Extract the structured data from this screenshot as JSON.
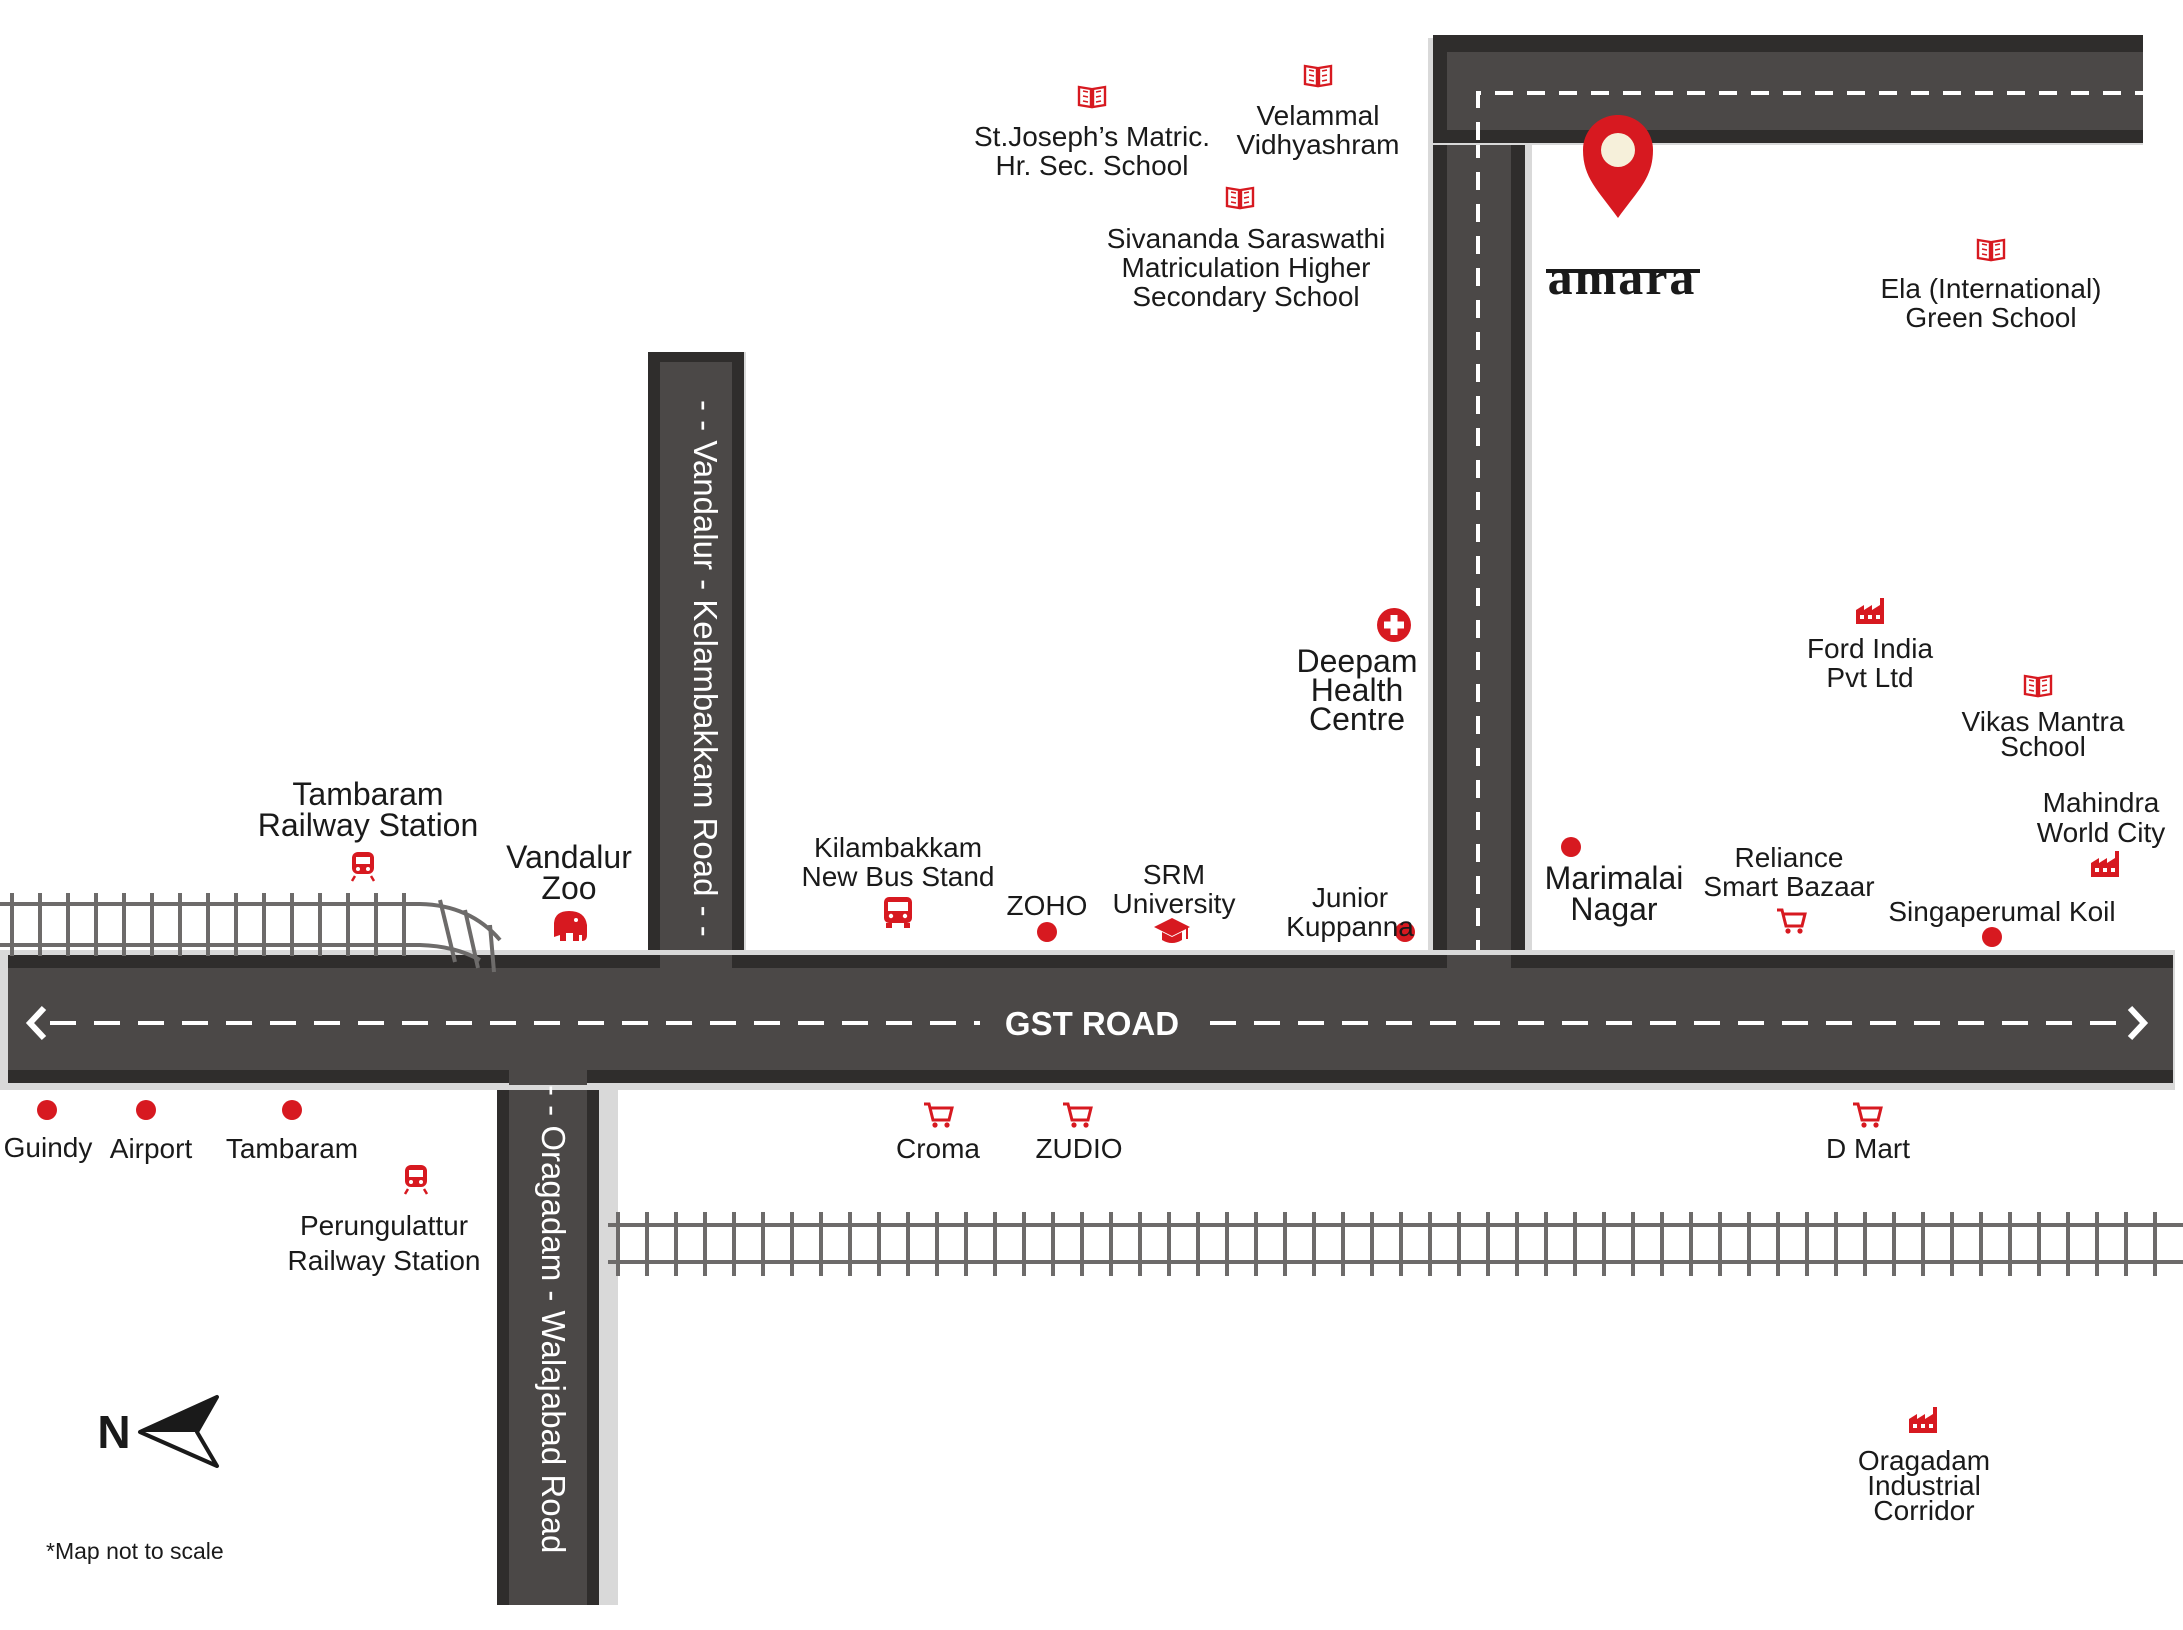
{
  "colors": {
    "road": "#4b4847",
    "road_edge": "#2f2d2c",
    "road_shadow": "#d9d9d9",
    "marker": "#d71920",
    "text": "#1a1a1a",
    "rail": "#6d6b6a"
  },
  "roads": {
    "gst": "GST ROAD",
    "vandalur": "- - Vandalur - Kelambakkam Road - -",
    "oragadam": "- - Oragadam - Walajabad Road"
  },
  "brand": {
    "name": "amara",
    "icon": "location-pin-icon"
  },
  "compass": {
    "letter": "N",
    "icon": "north-arrow-icon"
  },
  "note": "*Map not to scale",
  "places": {
    "st_joseph": {
      "lines": [
        "St.Joseph’s Matric.",
        "Hr. Sec. School"
      ],
      "icon": "book-icon"
    },
    "velammal": {
      "lines": [
        "Velammal",
        "Vidhyashram"
      ],
      "icon": "book-icon"
    },
    "sivananda": {
      "lines": [
        "Sivananda Saraswathi",
        "Matriculation Higher",
        "Secondary School"
      ],
      "icon": "book-icon"
    },
    "ela": {
      "lines": [
        "Ela (International)",
        "Green School"
      ],
      "icon": "book-icon"
    },
    "deepam": {
      "lines": [
        "Deepam",
        "Health",
        "Centre"
      ],
      "icon": "hospital-cross-icon"
    },
    "ford": {
      "lines": [
        "Ford India",
        "Pvt Ltd"
      ],
      "icon": "factory-icon"
    },
    "vikas": {
      "lines": [
        "Vikas Mantra",
        "School"
      ],
      "icon": "book-icon"
    },
    "mahindra": {
      "lines": [
        "Mahindra",
        "World City"
      ],
      "icon": "factory-icon"
    },
    "tambaram_rs": {
      "lines": [
        "Tambaram",
        "Railway Station"
      ],
      "icon": "train-icon"
    },
    "vandalur_zoo": {
      "lines": [
        "Vandalur",
        "Zoo"
      ],
      "icon": "elephant-icon"
    },
    "kilambakkam": {
      "lines": [
        "Kilambakkam",
        "New Bus Stand"
      ],
      "icon": "bus-icon"
    },
    "zoho": {
      "lines": [
        "ZOHO"
      ],
      "icon": "dot-marker"
    },
    "srm": {
      "lines": [
        "SRM",
        "University"
      ],
      "icon": "graduation-cap-icon"
    },
    "junior_kuppanna": {
      "lines": [
        "Junior",
        "Kuppanna"
      ],
      "icon": "dot-marker"
    },
    "marimalai": {
      "lines": [
        "Marimalai",
        "Nagar"
      ],
      "icon": "dot-marker"
    },
    "reliance": {
      "lines": [
        "Reliance",
        "Smart Bazaar"
      ],
      "icon": "cart-icon"
    },
    "singaperumal": {
      "lines": [
        "Singaperumal Koil"
      ],
      "icon": "dot-marker"
    },
    "guindy": {
      "lines": [
        "Guindy"
      ],
      "icon": "dot-marker"
    },
    "airport": {
      "lines": [
        "Airport"
      ],
      "icon": "dot-marker"
    },
    "tambaram": {
      "lines": [
        "Tambaram"
      ],
      "icon": "dot-marker"
    },
    "perungulattur": {
      "lines": [
        "Perungulattur",
        "Railway Station"
      ],
      "icon": "train-icon"
    },
    "croma": {
      "lines": [
        "Croma"
      ],
      "icon": "cart-icon"
    },
    "zudio": {
      "lines": [
        "ZUDIO"
      ],
      "icon": "cart-icon"
    },
    "dmart": {
      "lines": [
        "D Mart"
      ],
      "icon": "cart-icon"
    },
    "oragadam_ic": {
      "lines": [
        "Oragadam",
        "Industrial",
        "Corridor"
      ],
      "icon": "factory-icon"
    }
  }
}
